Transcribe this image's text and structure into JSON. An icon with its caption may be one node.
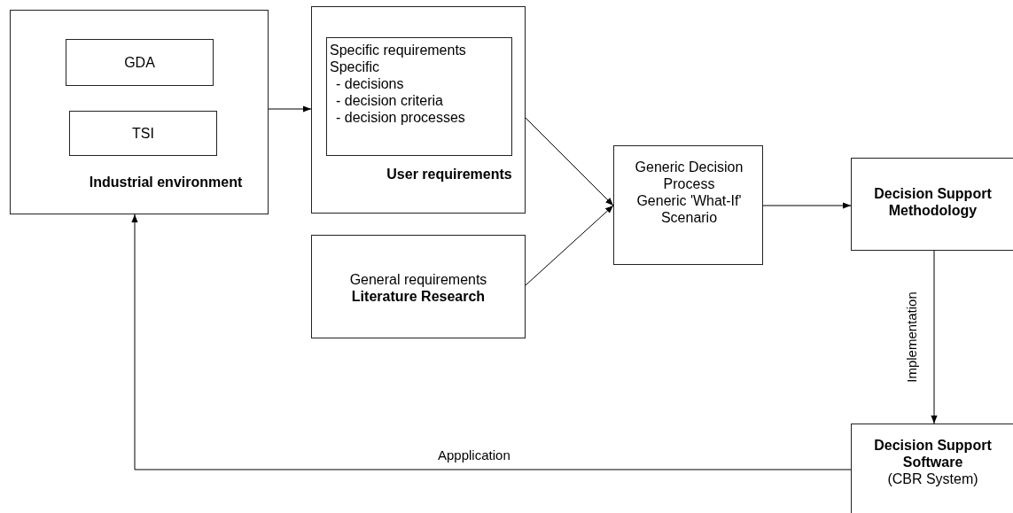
{
  "diagram": {
    "nodes": [
      {
        "text": [
          "Industrial environment"
        ]
      },
      {
        "text": [
          "GDA"
        ],
        "in": 0
      },
      {
        "text": [
          "TSI"
        ],
        "in": 0
      },
      {
        "text": [
          "User requirements"
        ]
      },
      {
        "text": [
          "Specific requirements",
          "Specific",
          "- decisions",
          "- decision criteria",
          "- decision processes"
        ],
        "in": 3
      },
      {
        "text": [
          "General requirements",
          "Literature Research"
        ]
      },
      {
        "text": [
          "Generic Decision Process",
          "Generic 'What-If' Scenario"
        ]
      },
      {
        "text": [
          "Decision Support Methodology"
        ]
      },
      {
        "text": [
          "Decision Support Software",
          "(CBR System)"
        ]
      }
    ],
    "edges": [
      {
        "from": 0,
        "to": 3,
        "arrow": "to"
      },
      {
        "from": 3,
        "to": 6,
        "arrow": "to"
      },
      {
        "from": 5,
        "to": 6,
        "arrow": "to"
      },
      {
        "from": 6,
        "to": 7,
        "arrow": "to"
      },
      {
        "from": 7,
        "to": 8,
        "arrow": "to",
        "label": "Implementation"
      },
      {
        "from": 8,
        "to": 0,
        "arrow": "to",
        "label": "Appplication"
      }
    ]
  }
}
